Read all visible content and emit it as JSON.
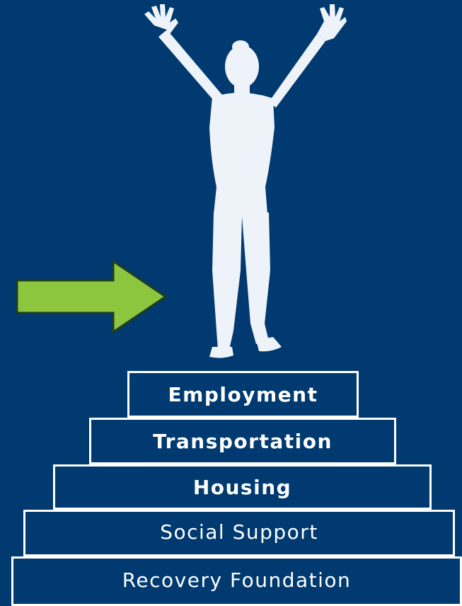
{
  "steps": [
    {
      "label": "Employment"
    },
    {
      "label": "Transportation"
    },
    {
      "label": "Housing"
    },
    {
      "label": "Social Support"
    },
    {
      "label": "Recovery Foundation"
    }
  ],
  "colors": {
    "background": "#003a70",
    "arrow": "#8cc63f",
    "figure": "#eef3f9",
    "step_border": "#ffffff"
  },
  "icons": {
    "arrow": "right-arrow-icon",
    "figure": "person-celebrating-icon"
  }
}
